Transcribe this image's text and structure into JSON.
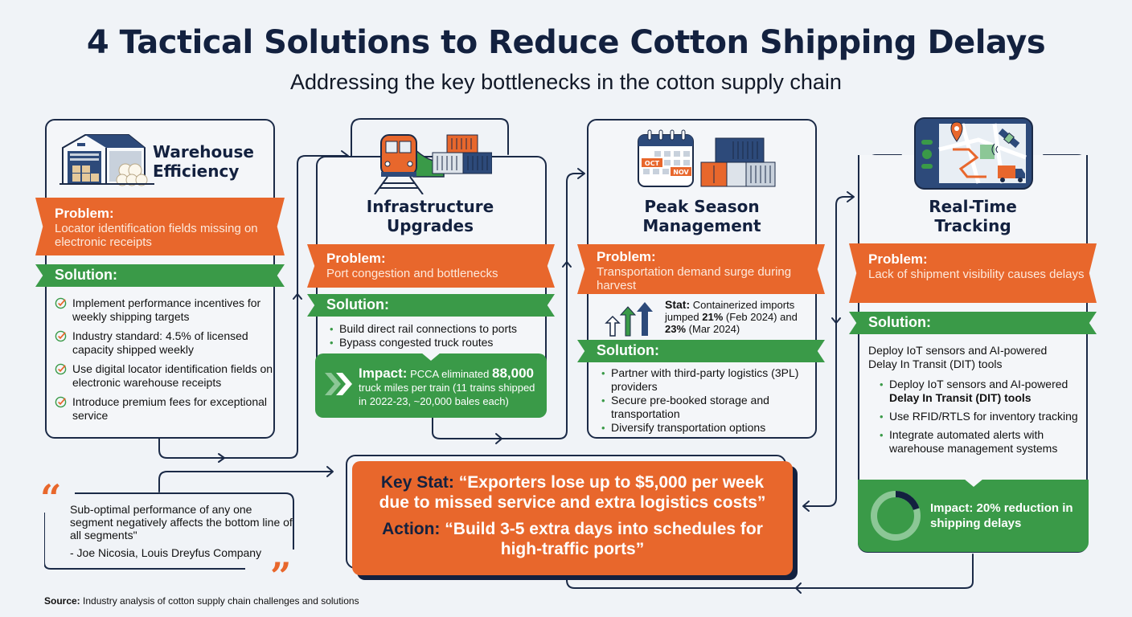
{
  "header": {
    "title": "4 Tactical Solutions to Reduce Cotton Shipping Delays",
    "subtitle": "Addressing the key bottlenecks in the cotton supply chain"
  },
  "colors": {
    "navy": "#13213f",
    "orange": "#e8672c",
    "green": "#3a9a48",
    "background": "#f0f3f7"
  },
  "cards": [
    {
      "id": "warehouse",
      "icon": "warehouse-icon",
      "title_line1": "Warehouse",
      "title_line2": "Efficiency",
      "problem_label": "Problem:",
      "problem_text": "Locator identification fields missing on electronic receipts",
      "solution_label": "Solution:",
      "solutions": [
        "Implement performance incentives for weekly shipping targets",
        "Industry standard: 4.5% of licensed capacity shipped weekly",
        "Use digital locator identification fields on electronic warehouse receipts",
        "Introduce premium fees for exceptional service"
      ]
    },
    {
      "id": "infrastructure",
      "icon": "train-containers-icon",
      "title_line1": "Infrastructure",
      "title_line2": "Upgrades",
      "problem_label": "Problem:",
      "problem_text": "Port congestion and bottlenecks",
      "solution_label": "Solution:",
      "solutions": [
        "Build direct rail connections to ports",
        "Bypass congested truck routes"
      ],
      "impact_label": "Impact:",
      "impact_pre": "PCCA eliminated",
      "impact_value": "88,000",
      "impact_post": "truck miles per train (11 trains shipped in 2022-23, ~20,000 bales each)"
    },
    {
      "id": "peak-season",
      "icon": "calendar-containers-icon",
      "calendar_labels": [
        "OCT",
        "NOV"
      ],
      "title_line1": "Peak Season",
      "title_line2": "Management",
      "problem_label": "Problem:",
      "problem_text": "Transportation demand surge during harvest",
      "stat_label": "Stat:",
      "stat_pre": "Containerized imports jumped",
      "stat_value1": "21%",
      "stat_mid": "(Feb 2024) and",
      "stat_value2": "23%",
      "stat_post": "(Mar 2024)",
      "solution_label": "Solution:",
      "solutions": [
        "Partner with third-party logistics (3PL) providers",
        "Secure pre-booked storage and transportation",
        "Diversify transportation options"
      ]
    },
    {
      "id": "tracking",
      "icon": "gps-tracker-icon",
      "title_line1": "Real-Time",
      "title_line2": "Tracking",
      "problem_label": "Problem:",
      "problem_text": "Lack of shipment visibility causes delays",
      "solution_label": "Solution:",
      "solution_intro": "Deploy IoT sensors and AI-powered Delay In Transit (DIT) tools",
      "solutions": [
        "Deploy IoT sensors and AI-powered",
        "Use RFID/RTLS for inventory tracking",
        "Integrate automated alerts with warehouse management systems"
      ],
      "solution_bold": "Delay In Transit (DIT) tools",
      "impact_label": "Impact:",
      "impact_text": "20% reduction in shipping delays",
      "impact_percent": 20
    }
  ],
  "key_stat": {
    "stat_label": "Key Stat:",
    "stat_text": "“Exporters lose up to $5,000 per week due to missed service and extra logistics costs”",
    "action_label": "Action:",
    "action_text": "“Build 3-5 extra days into schedules for high-traffic ports”"
  },
  "quote": {
    "text": "Sub-optimal performance of any one segment negatively affects the bottom line of all segments\"",
    "author": "- Joe Nicosia, Louis Dreyfus Company",
    "open_mark": "“",
    "close_mark": "”"
  },
  "footer": {
    "source_label": "Source:",
    "source_text": "Industry analysis of cotton supply chain challenges and solutions"
  }
}
